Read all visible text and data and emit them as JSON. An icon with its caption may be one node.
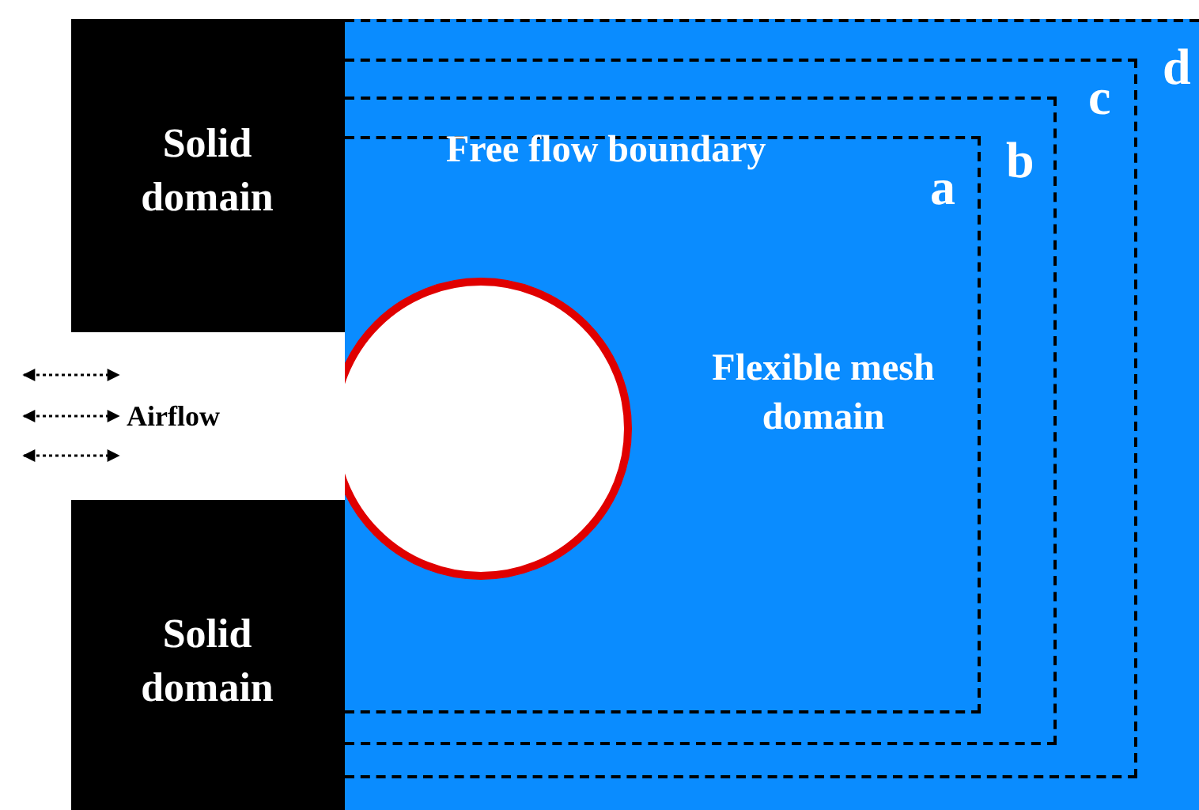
{
  "diagram": {
    "nodes": [
      {
        "text": [
          "Solid domain"
        ]
      },
      {
        "text": [
          "Solid domain"
        ]
      },
      {
        "text": [
          "d"
        ]
      },
      {
        "text": [
          "c"
        ],
        "in": 2
      },
      {
        "text": [
          "b"
        ],
        "in": 3
      },
      {
        "text": [
          "a",
          "Flexible mesh domain"
        ],
        "in": 4
      },
      {
        "text": [],
        "shape": "circle",
        "in": 5
      }
    ],
    "labels": [
      "Free flow boundary",
      "Airflow"
    ]
  }
}
